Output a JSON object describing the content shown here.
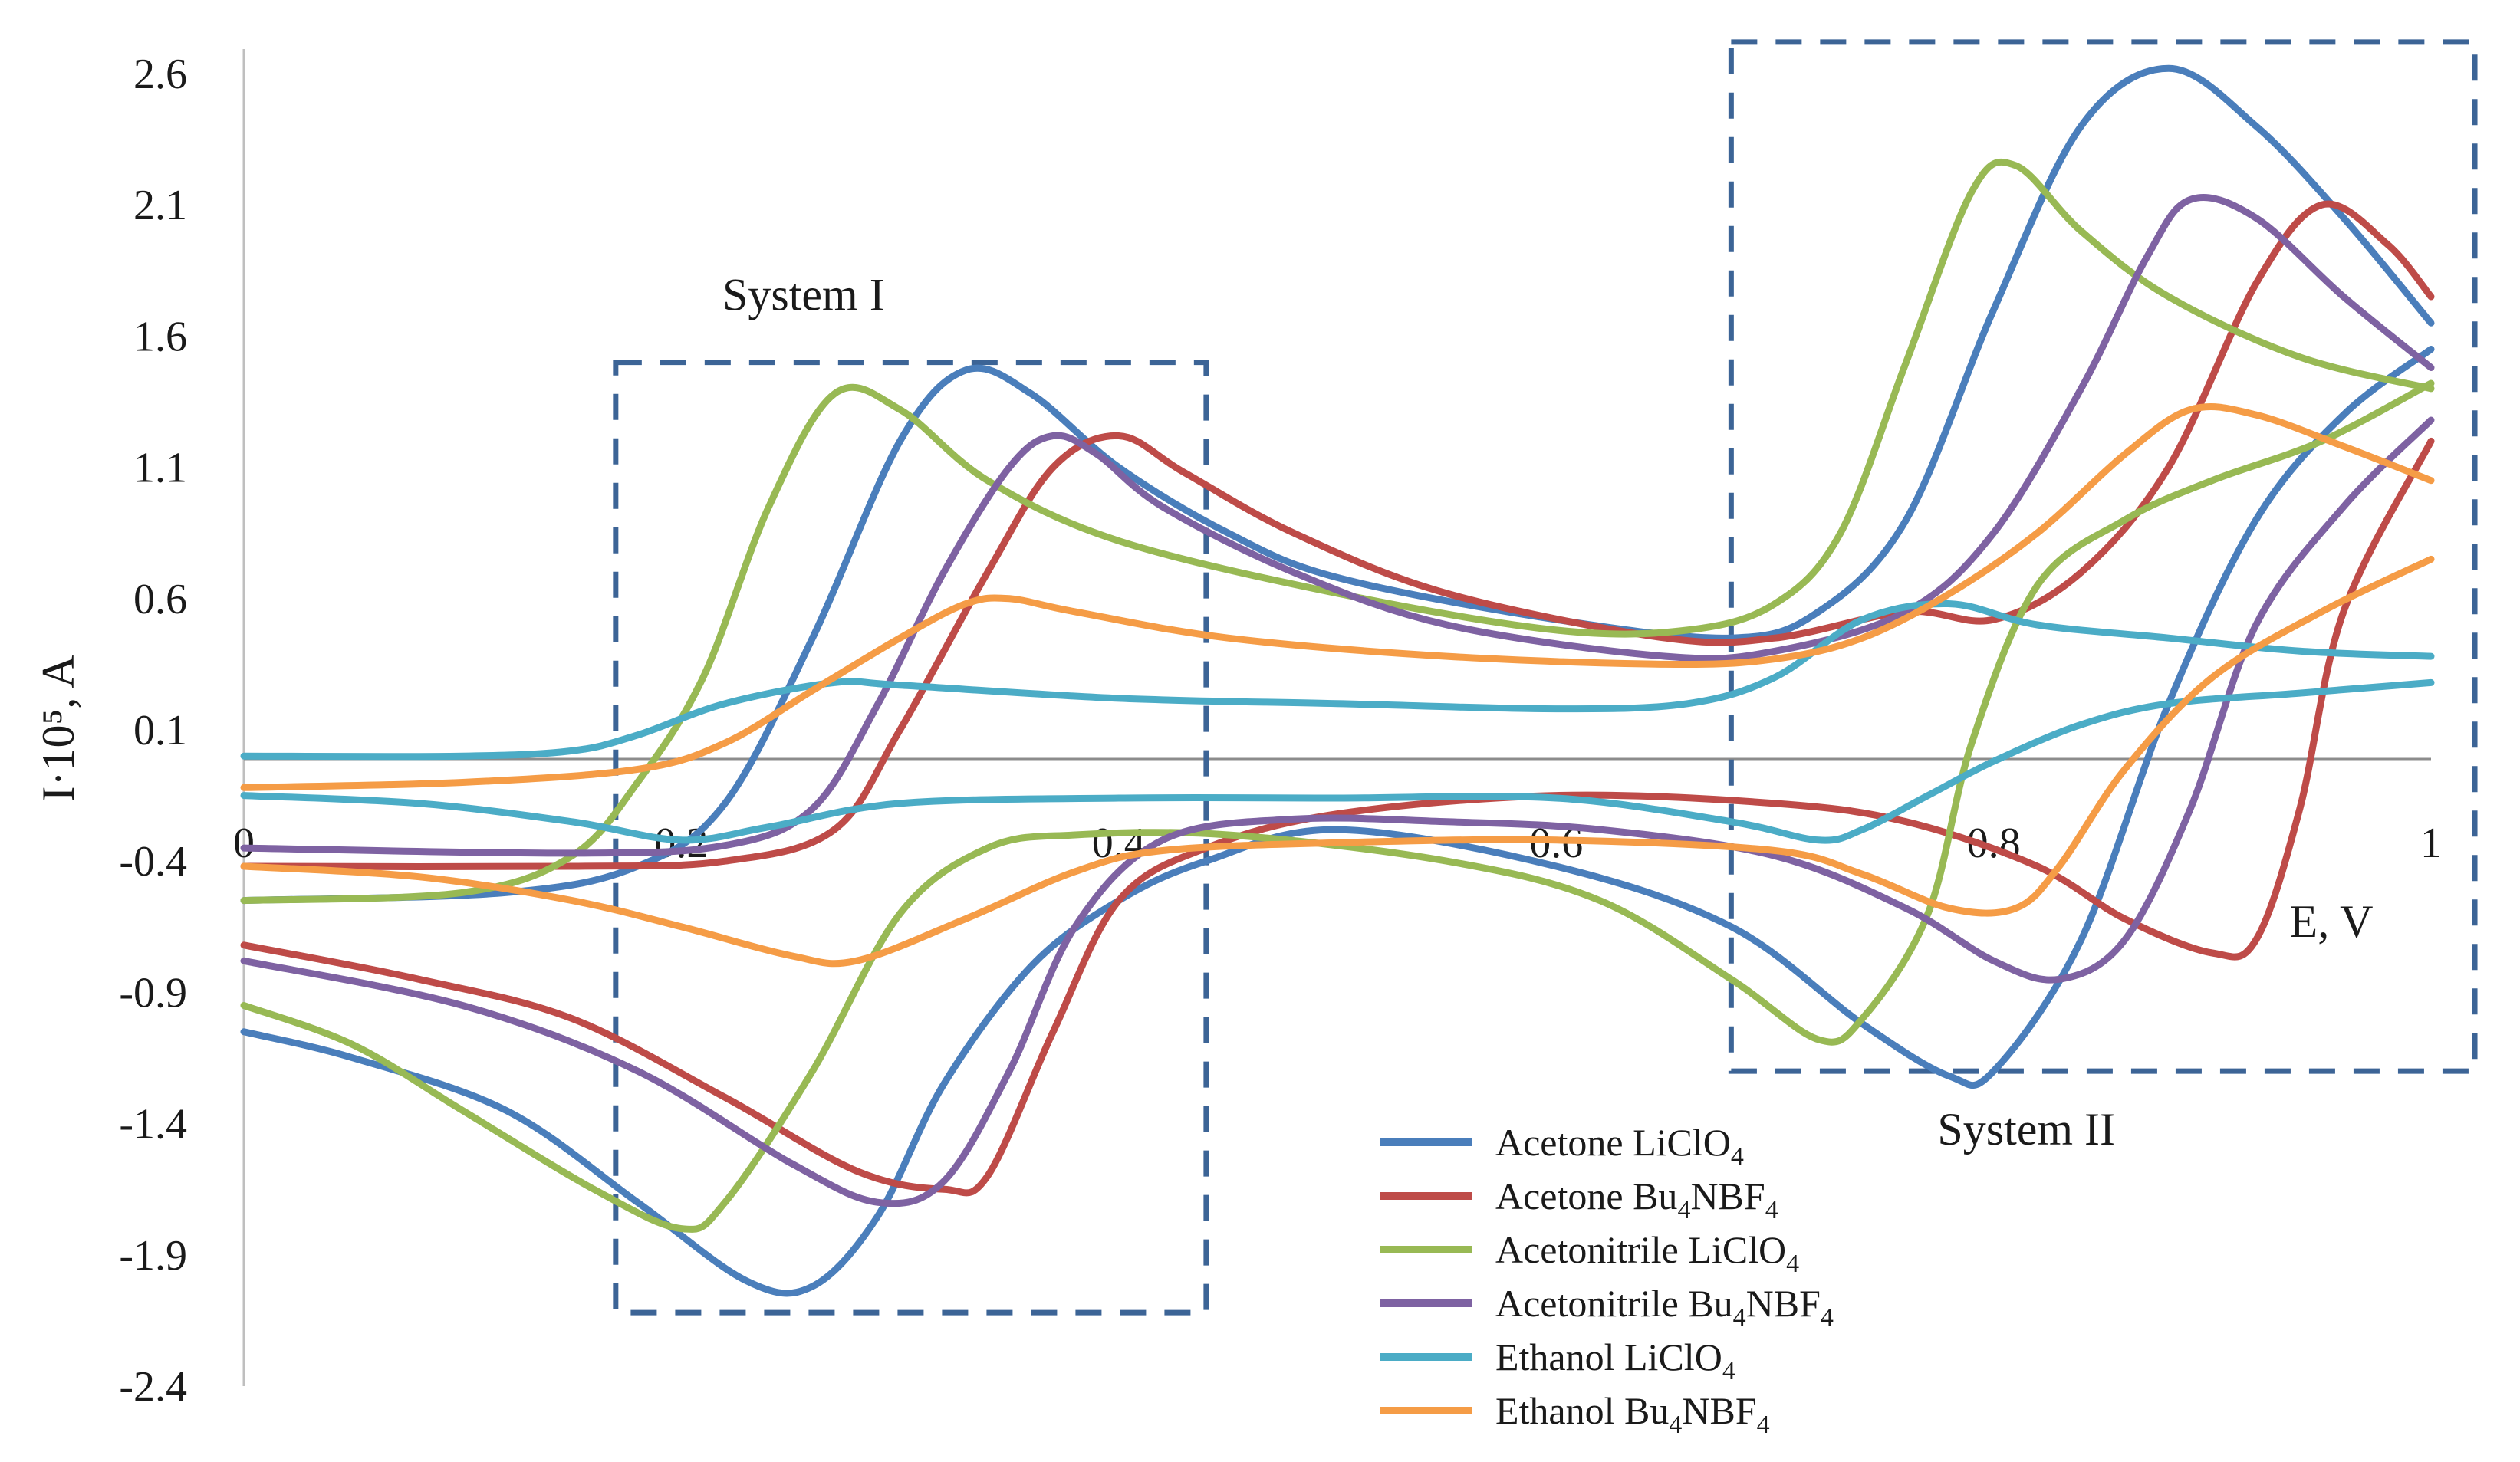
{
  "chart_data": {
    "type": "line",
    "title": "",
    "xlabel": "E, V",
    "ylabel": "I·10⁵, A",
    "xlim": [
      0,
      1
    ],
    "ylim": [
      -2.4,
      2.6
    ],
    "x_ticks": [
      "0",
      "0.2",
      "0.4",
      "0.6",
      "0.8",
      "1"
    ],
    "y_ticks": [
      "2.6",
      "2.1",
      "1.6",
      "1.1",
      "0.6",
      "0.1",
      "-0.4",
      "-0.9",
      "-1.4",
      "-1.9",
      "-2.4"
    ],
    "grid": false,
    "legend_position": "bottom-center",
    "annotations": [
      {
        "text": "System I",
        "region": {
          "x": [
            0.17,
            0.44
          ],
          "y": [
            -2.12,
            1.5
          ]
        }
      },
      {
        "text": "System II",
        "region": {
          "x": [
            0.68,
            1.02
          ],
          "y": [
            -1.2,
            2.72
          ]
        }
      }
    ],
    "series": [
      {
        "name": "Acetone LiClO4",
        "label_main": "Acetone LiClO",
        "label_sub": "4",
        "color": "#4a7ebb",
        "forward": [
          [
            0,
            -0.55
          ],
          [
            0.12,
            -0.52
          ],
          [
            0.18,
            -0.42
          ],
          [
            0.22,
            -0.18
          ],
          [
            0.26,
            0.45
          ],
          [
            0.3,
            1.2
          ],
          [
            0.33,
            1.47
          ],
          [
            0.36,
            1.38
          ],
          [
            0.4,
            1.1
          ],
          [
            0.45,
            0.85
          ],
          [
            0.5,
            0.68
          ],
          [
            0.6,
            0.52
          ],
          [
            0.68,
            0.45
          ],
          [
            0.72,
            0.55
          ],
          [
            0.76,
            0.9
          ],
          [
            0.8,
            1.7
          ],
          [
            0.84,
            2.4
          ],
          [
            0.88,
            2.62
          ],
          [
            0.92,
            2.4
          ],
          [
            0.96,
            2.05
          ],
          [
            1.0,
            1.65
          ]
        ],
        "reverse": [
          [
            1.0,
            1.55
          ],
          [
            0.96,
            1.3
          ],
          [
            0.92,
            0.9
          ],
          [
            0.88,
            0.2
          ],
          [
            0.84,
            -0.7
          ],
          [
            0.8,
            -1.2
          ],
          [
            0.78,
            -1.22
          ],
          [
            0.74,
            -1.02
          ],
          [
            0.68,
            -0.65
          ],
          [
            0.6,
            -0.42
          ],
          [
            0.5,
            -0.28
          ],
          [
            0.44,
            -0.4
          ],
          [
            0.4,
            -0.55
          ],
          [
            0.36,
            -0.8
          ],
          [
            0.32,
            -1.25
          ],
          [
            0.29,
            -1.75
          ],
          [
            0.26,
            -2.02
          ],
          [
            0.23,
            -2.0
          ],
          [
            0.18,
            -1.7
          ],
          [
            0.12,
            -1.35
          ],
          [
            0.05,
            -1.15
          ],
          [
            0,
            -1.05
          ]
        ]
      },
      {
        "name": "Acetone Bu4NBF4",
        "label_main": "Acetone Bu",
        "label_sub": "4",
        "label_main2": "NBF",
        "label_sub2": "4",
        "color": "#be4b48",
        "forward": [
          [
            0,
            -0.42
          ],
          [
            0.15,
            -0.42
          ],
          [
            0.22,
            -0.4
          ],
          [
            0.27,
            -0.28
          ],
          [
            0.3,
            0.1
          ],
          [
            0.34,
            0.7
          ],
          [
            0.37,
            1.1
          ],
          [
            0.4,
            1.22
          ],
          [
            0.43,
            1.08
          ],
          [
            0.48,
            0.85
          ],
          [
            0.55,
            0.62
          ],
          [
            0.65,
            0.45
          ],
          [
            0.7,
            0.45
          ],
          [
            0.76,
            0.55
          ],
          [
            0.8,
            0.52
          ],
          [
            0.84,
            0.7
          ],
          [
            0.88,
            1.1
          ],
          [
            0.92,
            1.8
          ],
          [
            0.95,
            2.1
          ],
          [
            0.98,
            1.95
          ],
          [
            1.0,
            1.75
          ]
        ],
        "reverse": [
          [
            1.0,
            1.2
          ],
          [
            0.96,
            0.55
          ],
          [
            0.94,
            -0.2
          ],
          [
            0.92,
            -0.7
          ],
          [
            0.9,
            -0.75
          ],
          [
            0.86,
            -0.62
          ],
          [
            0.82,
            -0.42
          ],
          [
            0.76,
            -0.25
          ],
          [
            0.7,
            -0.18
          ],
          [
            0.6,
            -0.15
          ],
          [
            0.5,
            -0.22
          ],
          [
            0.44,
            -0.35
          ],
          [
            0.4,
            -0.55
          ],
          [
            0.37,
            -1.05
          ],
          [
            0.34,
            -1.6
          ],
          [
            0.32,
            -1.65
          ],
          [
            0.28,
            -1.58
          ],
          [
            0.22,
            -1.3
          ],
          [
            0.15,
            -1.0
          ],
          [
            0.08,
            -0.85
          ],
          [
            0,
            -0.72
          ]
        ]
      },
      {
        "name": "Acetonitrile LiClO4",
        "label_main": "Acetonitrile LiClO",
        "label_sub": "4",
        "color": "#98b954",
        "forward": [
          [
            0,
            -0.55
          ],
          [
            0.1,
            -0.52
          ],
          [
            0.15,
            -0.38
          ],
          [
            0.18,
            -0.1
          ],
          [
            0.21,
            0.3
          ],
          [
            0.24,
            0.95
          ],
          [
            0.27,
            1.38
          ],
          [
            0.3,
            1.32
          ],
          [
            0.34,
            1.05
          ],
          [
            0.4,
            0.82
          ],
          [
            0.5,
            0.62
          ],
          [
            0.6,
            0.48
          ],
          [
            0.66,
            0.48
          ],
          [
            0.7,
            0.58
          ],
          [
            0.73,
            0.85
          ],
          [
            0.76,
            1.5
          ],
          [
            0.79,
            2.15
          ],
          [
            0.81,
            2.25
          ],
          [
            0.84,
            2.0
          ],
          [
            0.88,
            1.75
          ],
          [
            0.94,
            1.52
          ],
          [
            1.0,
            1.4
          ]
        ],
        "reverse": [
          [
            1.0,
            1.42
          ],
          [
            0.95,
            1.2
          ],
          [
            0.9,
            1.05
          ],
          [
            0.86,
            0.9
          ],
          [
            0.82,
            0.65
          ],
          [
            0.79,
            0.05
          ],
          [
            0.77,
            -0.6
          ],
          [
            0.74,
            -1.0
          ],
          [
            0.72,
            -1.08
          ],
          [
            0.68,
            -0.85
          ],
          [
            0.62,
            -0.55
          ],
          [
            0.55,
            -0.4
          ],
          [
            0.45,
            -0.3
          ],
          [
            0.38,
            -0.3
          ],
          [
            0.34,
            -0.35
          ],
          [
            0.3,
            -0.6
          ],
          [
            0.26,
            -1.2
          ],
          [
            0.22,
            -1.7
          ],
          [
            0.2,
            -1.8
          ],
          [
            0.16,
            -1.65
          ],
          [
            0.1,
            -1.35
          ],
          [
            0.05,
            -1.1
          ],
          [
            0,
            -0.95
          ]
        ]
      },
      {
        "name": "Acetonitrile Bu4NBF4",
        "label_main": "Acetonitrile Bu",
        "label_sub": "4",
        "label_main2": "NBF",
        "label_sub2": "4",
        "color": "#7e62a2",
        "forward": [
          [
            0,
            -0.35
          ],
          [
            0.15,
            -0.37
          ],
          [
            0.22,
            -0.34
          ],
          [
            0.26,
            -0.2
          ],
          [
            0.29,
            0.2
          ],
          [
            0.32,
            0.7
          ],
          [
            0.35,
            1.1
          ],
          [
            0.37,
            1.22
          ],
          [
            0.39,
            1.15
          ],
          [
            0.42,
            0.95
          ],
          [
            0.48,
            0.7
          ],
          [
            0.55,
            0.5
          ],
          [
            0.65,
            0.38
          ],
          [
            0.7,
            0.4
          ],
          [
            0.76,
            0.55
          ],
          [
            0.8,
            0.85
          ],
          [
            0.84,
            1.4
          ],
          [
            0.87,
            1.9
          ],
          [
            0.89,
            2.12
          ],
          [
            0.92,
            2.05
          ],
          [
            0.96,
            1.75
          ],
          [
            1.0,
            1.48
          ]
        ],
        "reverse": [
          [
            1.0,
            1.28
          ],
          [
            0.96,
            0.95
          ],
          [
            0.92,
            0.5
          ],
          [
            0.89,
            -0.2
          ],
          [
            0.86,
            -0.7
          ],
          [
            0.83,
            -0.85
          ],
          [
            0.8,
            -0.78
          ],
          [
            0.76,
            -0.58
          ],
          [
            0.7,
            -0.38
          ],
          [
            0.62,
            -0.28
          ],
          [
            0.55,
            -0.25
          ],
          [
            0.48,
            -0.24
          ],
          [
            0.42,
            -0.32
          ],
          [
            0.38,
            -0.65
          ],
          [
            0.35,
            -1.2
          ],
          [
            0.32,
            -1.62
          ],
          [
            0.29,
            -1.7
          ],
          [
            0.25,
            -1.55
          ],
          [
            0.18,
            -1.2
          ],
          [
            0.1,
            -0.95
          ],
          [
            0,
            -0.78
          ]
        ]
      },
      {
        "name": "Ethanol LiClO4",
        "label_main": "Ethanol LiClO",
        "label_sub": "4",
        "color": "#4bacc6",
        "forward": [
          [
            0,
            0.0
          ],
          [
            0.1,
            0.0
          ],
          [
            0.15,
            0.02
          ],
          [
            0.18,
            0.08
          ],
          [
            0.22,
            0.2
          ],
          [
            0.27,
            0.28
          ],
          [
            0.3,
            0.27
          ],
          [
            0.4,
            0.22
          ],
          [
            0.5,
            0.2
          ],
          [
            0.6,
            0.18
          ],
          [
            0.66,
            0.2
          ],
          [
            0.7,
            0.3
          ],
          [
            0.74,
            0.52
          ],
          [
            0.78,
            0.58
          ],
          [
            0.82,
            0.5
          ],
          [
            0.88,
            0.45
          ],
          [
            0.94,
            0.4
          ],
          [
            1.0,
            0.38
          ]
        ],
        "reverse": [
          [
            1.0,
            0.28
          ],
          [
            0.94,
            0.24
          ],
          [
            0.88,
            0.2
          ],
          [
            0.84,
            0.12
          ],
          [
            0.8,
            -0.02
          ],
          [
            0.77,
            -0.15
          ],
          [
            0.74,
            -0.28
          ],
          [
            0.72,
            -0.32
          ],
          [
            0.68,
            -0.25
          ],
          [
            0.6,
            -0.16
          ],
          [
            0.5,
            -0.16
          ],
          [
            0.4,
            -0.16
          ],
          [
            0.3,
            -0.18
          ],
          [
            0.24,
            -0.27
          ],
          [
            0.2,
            -0.32
          ],
          [
            0.15,
            -0.25
          ],
          [
            0.08,
            -0.18
          ],
          [
            0,
            -0.15
          ]
        ]
      },
      {
        "name": "Ethanol Bu4NBF4",
        "label_main": "Ethanol Bu",
        "label_sub": "4",
        "label_main2": "NBF",
        "label_sub2": "4",
        "color": "#f59c46",
        "forward": [
          [
            0,
            -0.12
          ],
          [
            0.1,
            -0.1
          ],
          [
            0.18,
            -0.05
          ],
          [
            0.22,
            0.05
          ],
          [
            0.26,
            0.25
          ],
          [
            0.3,
            0.45
          ],
          [
            0.33,
            0.58
          ],
          [
            0.35,
            0.6
          ],
          [
            0.38,
            0.55
          ],
          [
            0.45,
            0.45
          ],
          [
            0.55,
            0.38
          ],
          [
            0.65,
            0.35
          ],
          [
            0.7,
            0.37
          ],
          [
            0.74,
            0.45
          ],
          [
            0.78,
            0.62
          ],
          [
            0.82,
            0.85
          ],
          [
            0.86,
            1.15
          ],
          [
            0.89,
            1.32
          ],
          [
            0.92,
            1.3
          ],
          [
            0.96,
            1.18
          ],
          [
            1.0,
            1.05
          ]
        ],
        "reverse": [
          [
            1.0,
            0.75
          ],
          [
            0.95,
            0.55
          ],
          [
            0.9,
            0.3
          ],
          [
            0.86,
            -0.05
          ],
          [
            0.83,
            -0.42
          ],
          [
            0.81,
            -0.58
          ],
          [
            0.78,
            -0.58
          ],
          [
            0.74,
            -0.45
          ],
          [
            0.7,
            -0.36
          ],
          [
            0.6,
            -0.32
          ],
          [
            0.5,
            -0.33
          ],
          [
            0.42,
            -0.36
          ],
          [
            0.38,
            -0.44
          ],
          [
            0.33,
            -0.62
          ],
          [
            0.28,
            -0.78
          ],
          [
            0.25,
            -0.76
          ],
          [
            0.2,
            -0.65
          ],
          [
            0.15,
            -0.55
          ],
          [
            0.08,
            -0.46
          ],
          [
            0,
            -0.42
          ]
        ]
      }
    ]
  }
}
